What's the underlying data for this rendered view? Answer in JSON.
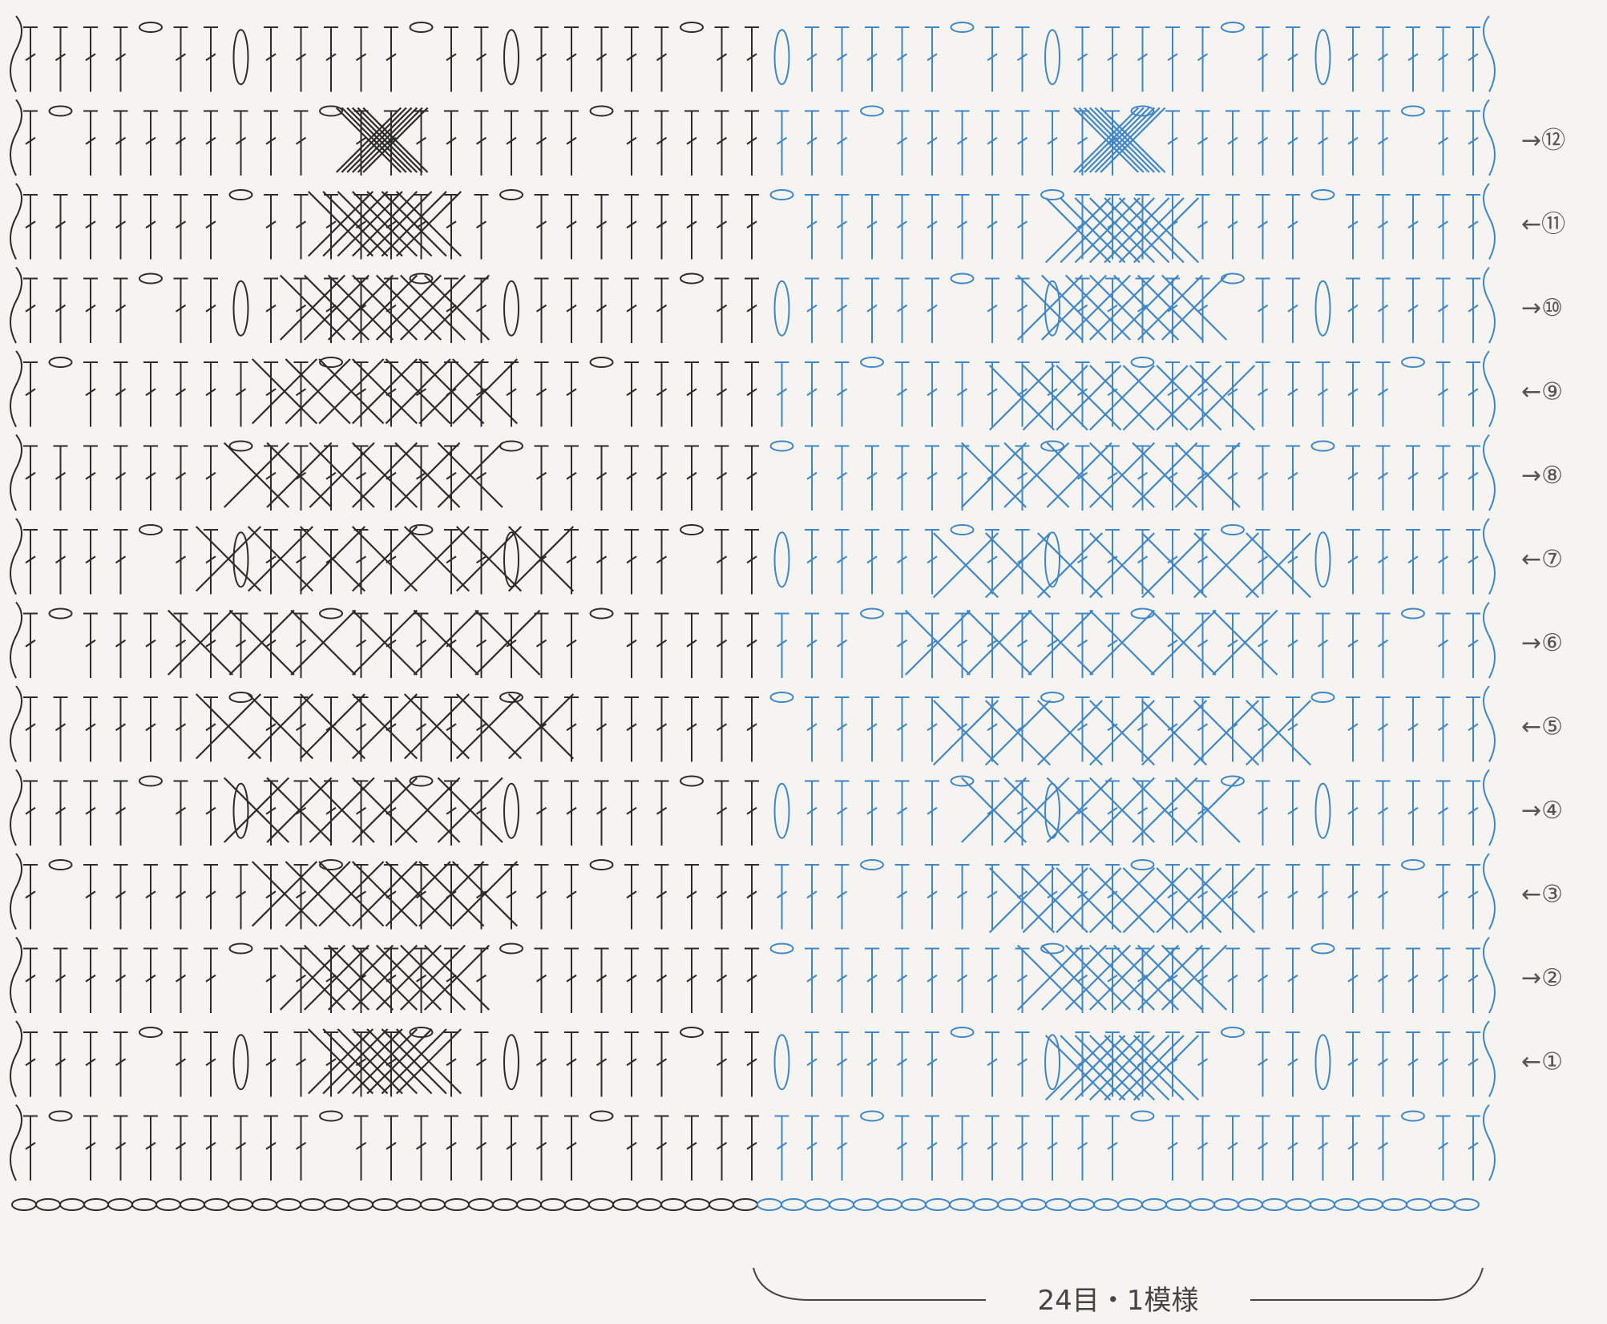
{
  "diagram": {
    "ink_color": "#2b2b2b",
    "repeat_color": "#3f86c6",
    "paper_color": "#f5f4f1",
    "row_count": 14,
    "repeat_stitch_count": 24,
    "numbered_rows": [
      {
        "label": "→⑫"
      },
      {
        "label": "←⑪"
      },
      {
        "label": "→⑩"
      },
      {
        "label": "←⑨"
      },
      {
        "label": "→⑧"
      },
      {
        "label": "←⑦"
      },
      {
        "label": "→⑥"
      },
      {
        "label": "←⑤"
      },
      {
        "label": "→④"
      },
      {
        "label": "←③"
      },
      {
        "label": "→②"
      },
      {
        "label": "←①"
      }
    ],
    "repeat_caption": "24目・1模様",
    "stitch_symbols": [
      "double-crochet",
      "chain",
      "cross-stitch",
      "oval-cluster",
      "foundation-chain"
    ]
  }
}
